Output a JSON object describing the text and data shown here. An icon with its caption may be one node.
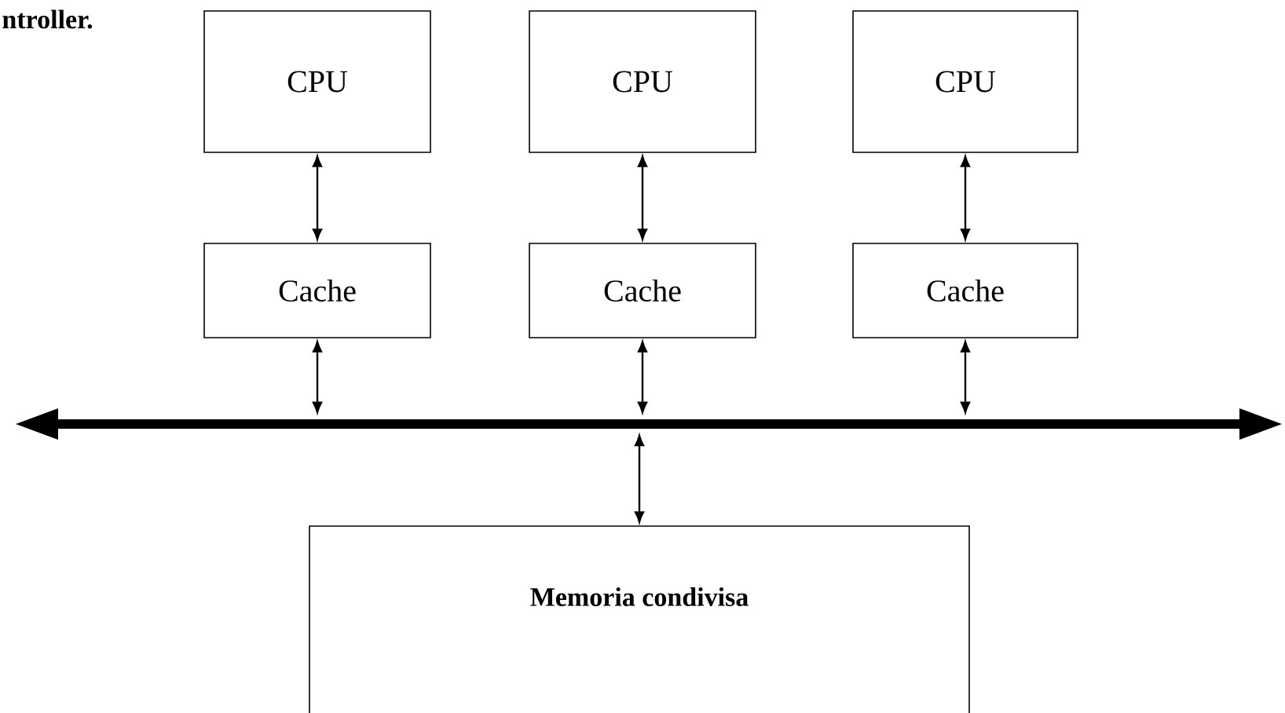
{
  "diagram": {
    "nodes": [
      {
        "text": [
          "CPU"
        ]
      },
      {
        "text": [
          "CPU"
        ]
      },
      {
        "text": [
          "CPU"
        ]
      },
      {
        "text": [
          "Cache"
        ]
      },
      {
        "text": [
          "Cache"
        ]
      },
      {
        "text": [
          "Cache"
        ]
      },
      {
        "text": [],
        "shape": "bar"
      },
      {
        "text": [
          "Memoria condivisa"
        ]
      }
    ],
    "edges": [
      {
        "from": 0,
        "to": 3,
        "arrow": "both"
      },
      {
        "from": 1,
        "to": 4,
        "arrow": "both"
      },
      {
        "from": 2,
        "to": 5,
        "arrow": "both"
      },
      {
        "from": 3,
        "to": 6,
        "arrow": "both"
      },
      {
        "from": 4,
        "to": 6,
        "arrow": "both"
      },
      {
        "from": 5,
        "to": 6,
        "arrow": "both"
      },
      {
        "from": 6,
        "to": 7,
        "arrow": "both"
      }
    ],
    "labels": [
      "ntroller."
    ]
  }
}
